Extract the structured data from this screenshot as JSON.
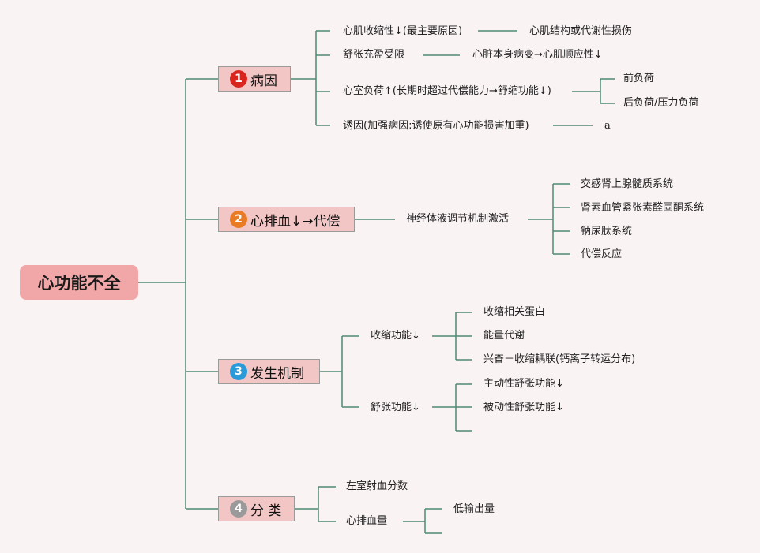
{
  "root": "心功能不全",
  "branches": [
    {
      "num": "1",
      "color": "#d8261e",
      "label": "病因",
      "children": [
        {
          "text": "心肌收缩性↓(最主要原因)",
          "sub": [
            "心肌结构或代谢性损伤"
          ]
        },
        {
          "text": "舒张充盈受限",
          "sub": [
            "心脏本身病变→心肌顺应性↓"
          ]
        },
        {
          "text": "心室负荷↑(长期时超过代偿能力→舒缩功能↓)",
          "sub": [
            "前负荷",
            "后负荷/压力负荷"
          ]
        },
        {
          "text": "诱因(加强病因:诱使原有心功能损害加重)",
          "sub": [
            "a"
          ]
        }
      ]
    },
    {
      "num": "2",
      "color": "#ea7b25",
      "label": "心排血↓→代偿",
      "children": [
        {
          "text": "神经体液调节机制激活",
          "sub": [
            "交感肾上腺髓质系统",
            "肾素血管紧张素醛固酮系统",
            "钠尿肽系统",
            "代偿反应"
          ]
        }
      ]
    },
    {
      "num": "3",
      "color": "#2a9ad8",
      "label": "发生机制",
      "children": [
        {
          "text": "收缩功能↓",
          "sub": [
            "收缩相关蛋白",
            "能量代谢",
            "兴奋－收缩耦联(钙离子转运分布)"
          ]
        },
        {
          "text": "舒张功能↓",
          "sub": [
            "主动性舒张功能↓",
            "被动性舒张功能↓",
            ""
          ]
        }
      ]
    },
    {
      "num": "4",
      "color": "#9a9a9a",
      "label": "分 类",
      "children": [
        {
          "text": "左室射血分数",
          "sub": []
        },
        {
          "text": "心排血量",
          "sub": [
            "低输出量",
            ""
          ]
        }
      ]
    }
  ]
}
